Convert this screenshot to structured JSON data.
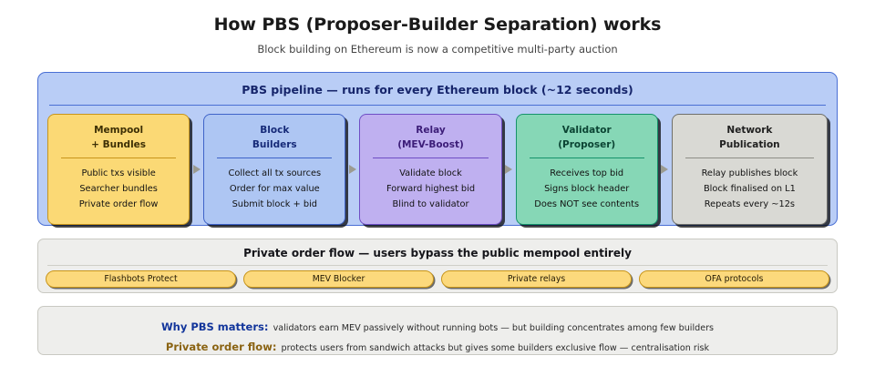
{
  "header": {
    "title": "How PBS (Proposer-Builder Separation) works",
    "subtitle": "Block building on Ethereum is now a competitive multi-party auction"
  },
  "pipeline": {
    "header": "PBS pipeline — runs for every Ethereum block (~12 seconds)",
    "panel_color": "#b9cdf6",
    "border_color": "#4a6fd4",
    "arrow_icon": "triangle-right-icon",
    "stages": [
      {
        "title": "Mempool",
        "subtitle": "+ Bundles",
        "color": "#fbd975",
        "border": "#c8951a",
        "lines": [
          "Public txs visible",
          "Searcher bundles",
          "Private order flow"
        ]
      },
      {
        "title": "Block",
        "subtitle": "Builders",
        "color": "#aec6f3",
        "border": "#3f63c8",
        "lines": [
          "Collect all tx sources",
          "Order for max value",
          "Submit block + bid"
        ]
      },
      {
        "title": "Relay",
        "subtitle": "(MEV-Boost)",
        "color": "#bfb0f0",
        "border": "#6f4ec4",
        "lines": [
          "Validate block",
          "Forward highest bid",
          "Blind to validator"
        ]
      },
      {
        "title": "Validator",
        "subtitle": "(Proposer)",
        "color": "#86d7b6",
        "border": "#15936a",
        "lines": [
          "Receives top bid",
          "Signs block header",
          "Does NOT see contents"
        ]
      },
      {
        "title": "Network",
        "subtitle": "Publication",
        "color": "#d9d9d4",
        "border": "#6f6f6a",
        "lines": [
          "Relay publishes block",
          "Block finalised on L1",
          "Repeats every ~12s"
        ]
      }
    ]
  },
  "private_order_flow": {
    "header": "Private order flow — users bypass the public mempool entirely",
    "panel_color": "#eeeeec",
    "pill_color": "#fcd97c",
    "pills": [
      "Flashbots Protect",
      "MEV Blocker",
      "Private relays",
      "OFA protocols"
    ]
  },
  "notes": {
    "panel_color": "#eeeeec",
    "items": [
      {
        "label": "Why PBS matters:",
        "label_color": "#12359b",
        "text": "validators earn MEV passively without running bots — but building concentrates among few builders"
      },
      {
        "label": "Private order flow:",
        "label_color": "#8a6312",
        "text": "protects users from sandwich attacks but gives some builders exclusive flow — centralisation risk"
      }
    ]
  }
}
